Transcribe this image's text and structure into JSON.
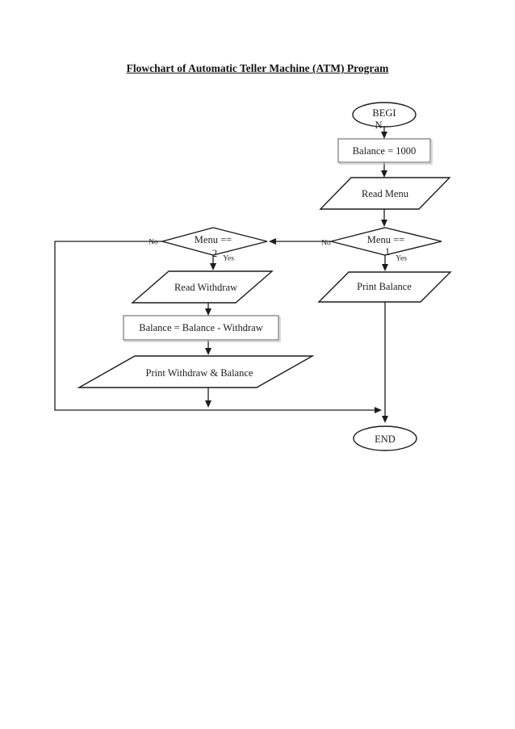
{
  "document": {
    "title": "Flowchart of Automatic Teller Machine (ATM) Program"
  },
  "flowchart": {
    "nodes": {
      "begin": {
        "lines": [
          "BEGI",
          "N"
        ]
      },
      "init_balance": {
        "label": "Balance = 1000"
      },
      "read_menu": {
        "label": "Read Menu"
      },
      "menu_eq_1": {
        "lines": [
          "Menu ==",
          "1"
        ],
        "no_label": "No",
        "yes_label": "Yes"
      },
      "print_balance": {
        "label": "Print Balance"
      },
      "menu_eq_2": {
        "lines": [
          "Menu ==",
          "2"
        ],
        "no_label": "No",
        "yes_label": "Yes"
      },
      "read_withdraw": {
        "label": "Read Withdraw"
      },
      "update_balance": {
        "label": "Balance = Balance - Withdraw"
      },
      "print_withdraw_balance": {
        "label": "Print Withdraw & Balance"
      },
      "end": {
        "label": "END"
      }
    },
    "colors": {
      "line": "#1c1c1c",
      "process_border": "#7f7f7f",
      "process_shadow": "#c0c0c0",
      "background": "#ffffff"
    }
  }
}
